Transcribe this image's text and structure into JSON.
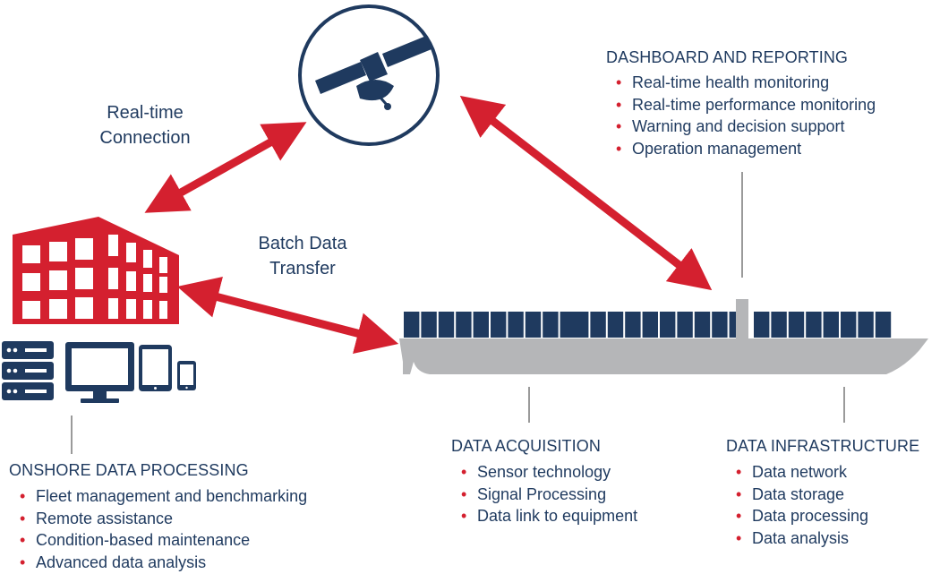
{
  "connections": {
    "realtime": [
      "Real-time",
      "Connection"
    ],
    "batch": [
      "Batch Data",
      "Transfer"
    ]
  },
  "dashboard": {
    "heading": "DASHBOARD AND REPORTING",
    "items": [
      "Real-time health monitoring",
      "Real-time performance monitoring",
      "Warning and decision support",
      "Operation management"
    ]
  },
  "onshore": {
    "heading": "ONSHORE DATA PROCESSING",
    "items": [
      "Fleet management and benchmarking",
      "Remote assistance",
      "Condition-based maintenance",
      "Advanced data analysis"
    ]
  },
  "acquisition": {
    "heading": "DATA ACQUISITION",
    "items": [
      "Sensor technology",
      "Signal Processing",
      "Data link to equipment"
    ]
  },
  "infrastructure": {
    "heading": "DATA INFRASTRUCTURE",
    "items": [
      "Data network",
      "Data storage",
      "Data processing",
      "Data analysis"
    ]
  },
  "colors": {
    "navy": "#1f3a5f",
    "red": "#d4202f",
    "gray": "#b5b6b8"
  },
  "icons": [
    "satellite-icon",
    "office-building-icon",
    "server-icon",
    "monitor-icon",
    "tablet-icon",
    "phone-icon",
    "container-ship-icon"
  ]
}
